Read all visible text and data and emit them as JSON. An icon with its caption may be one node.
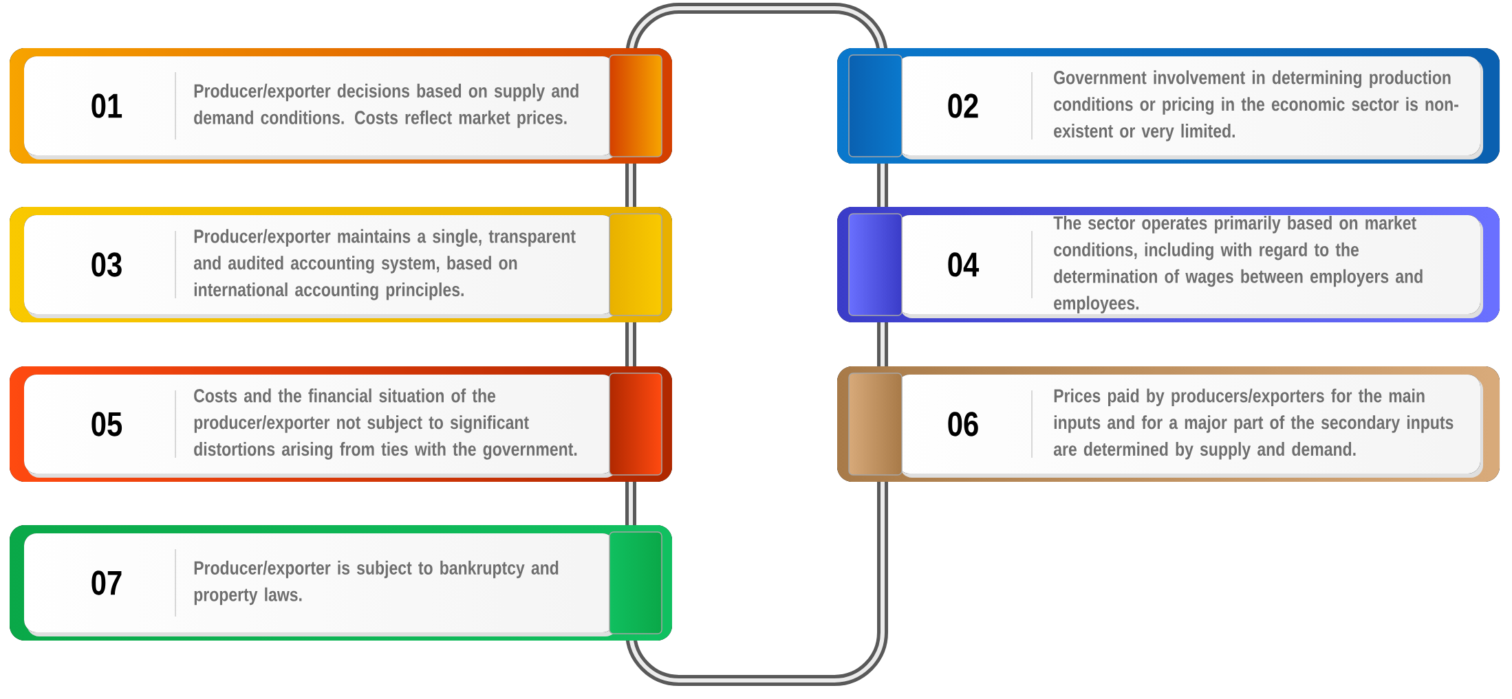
{
  "diagram": {
    "nodes": [
      {
        "text": [
          "01",
          "Producer/exporter decisions based on supply and demand conditions. Costs reflect market prices."
        ]
      },
      {
        "text": [
          "02",
          "Government involvement in determining production conditions or pricing in the economic sector is non-existent or very limited."
        ]
      },
      {
        "text": [
          "03",
          "Producer/exporter maintains a single, transparent and audited accounting system, based on international accounting principles."
        ]
      },
      {
        "text": [
          "04",
          "The sector operates primarily based on market conditions, including with regard to the determination of wages between employers and employees."
        ]
      },
      {
        "text": [
          "05",
          "Costs and the financial situation of the producer/exporter not subject to significant distortions arising from ties with the government."
        ]
      },
      {
        "text": [
          "06",
          "Prices paid by producers/exporters for the main inputs and for a major part of the secondary inputs are determined by supply and demand."
        ]
      },
      {
        "text": [
          "07",
          "Producer/exporter is subject to bankruptcy and property laws."
        ]
      }
    ]
  }
}
